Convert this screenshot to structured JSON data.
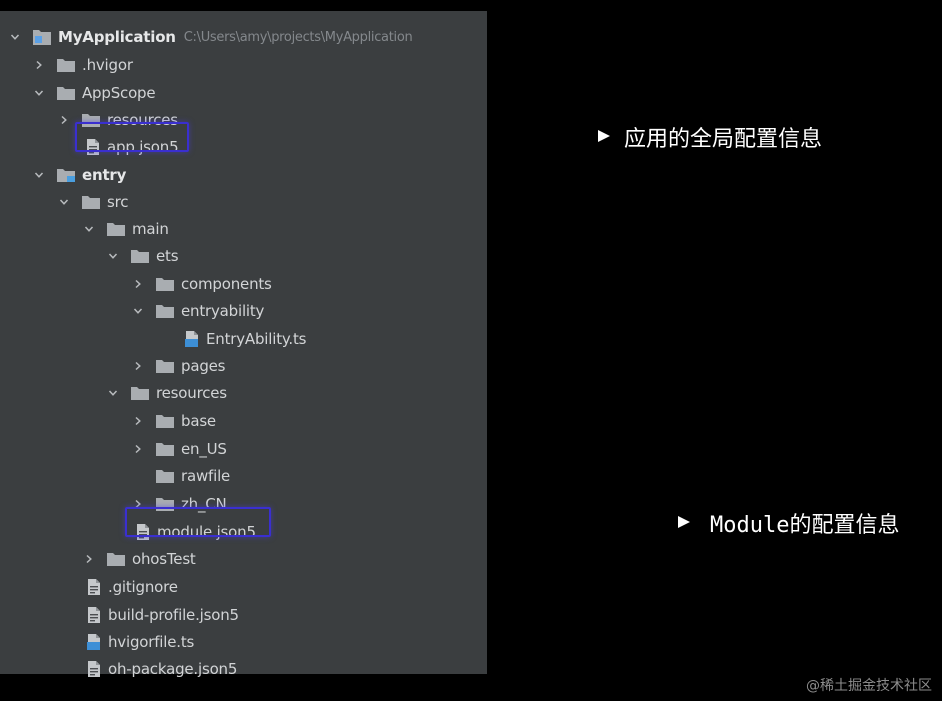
{
  "tree": {
    "root": {
      "label": "MyApplication",
      "path": "C:\\Users\\amy\\projects\\MyApplication"
    },
    "hvigor": ".hvigor",
    "appscope": "AppScope",
    "appscope_resources": "resources",
    "app_json": "app.json5",
    "entry": "entry",
    "src": "src",
    "main": "main",
    "ets": "ets",
    "components": "components",
    "entryability": "entryability",
    "entryability_ts": "EntryAbility.ts",
    "pages": "pages",
    "resources": "resources",
    "base": "base",
    "en_us": "en_US",
    "rawfile": "rawfile",
    "zh_cn": "zh_CN",
    "module_json": "module.json5",
    "ohostest": "ohosTest",
    "gitignore": ".gitignore",
    "build_profile": "build-profile.json5",
    "hvigorfile": "hvigorfile.ts",
    "oh_package": "oh-package.json5"
  },
  "annotations": {
    "app": "应用的全局配置信息",
    "module": "Module的配置信息"
  },
  "watermark": "@稀土掘金技术社区",
  "colors": {
    "panel": "#3b3e40",
    "highlight": "#3a2fd0",
    "arrow": "#ffffff"
  }
}
